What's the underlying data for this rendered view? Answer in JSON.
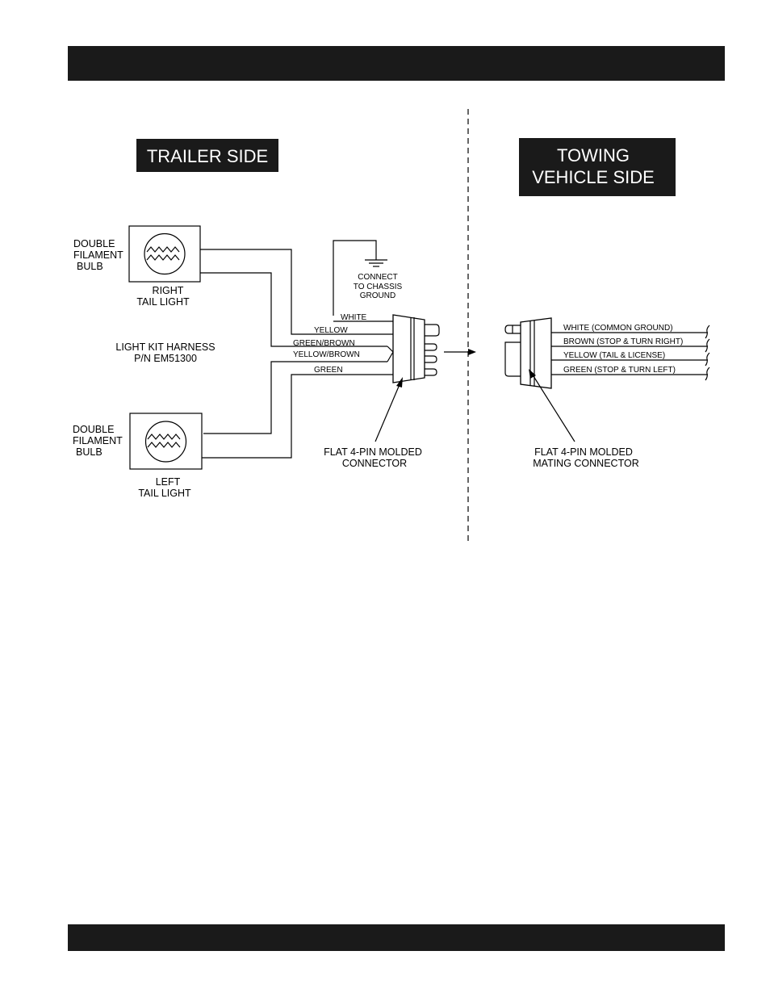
{
  "trailer_side_label": "TRAILER SIDE",
  "towing_side_label": [
    "TOWING",
    "VEHICLE SIDE"
  ],
  "bulb_label": [
    "DOUBLE",
    "FILAMENT",
    "BULB"
  ],
  "right_tail_light": [
    "RIGHT",
    "TAIL LIGHT"
  ],
  "left_tail_light": [
    "LEFT",
    "TAIL LIGHT"
  ],
  "harness_label": [
    "LIGHT KIT HARNESS",
    "P/N EM51300"
  ],
  "ground_label": [
    "CONNECT",
    "TO CHASSIS",
    "GROUND"
  ],
  "trailer_wires": {
    "white": "WHITE",
    "yellow": "YELLOW",
    "green_brown": "GREEN/BROWN",
    "yellow_brown": "YELLOW/BROWN",
    "green": "GREEN"
  },
  "vehicle_wires": [
    "WHITE (COMMON GROUND)",
    "BROWN (STOP & TURN RIGHT)",
    "YELLOW (TAIL & LICENSE)",
    "GREEN (STOP & TURN LEFT)"
  ],
  "trailer_connector_label": [
    "FLAT 4-PIN MOLDED",
    "CONNECTOR"
  ],
  "vehicle_connector_label": [
    "FLAT 4-PIN MOLDED",
    "MATING CONNECTOR"
  ]
}
